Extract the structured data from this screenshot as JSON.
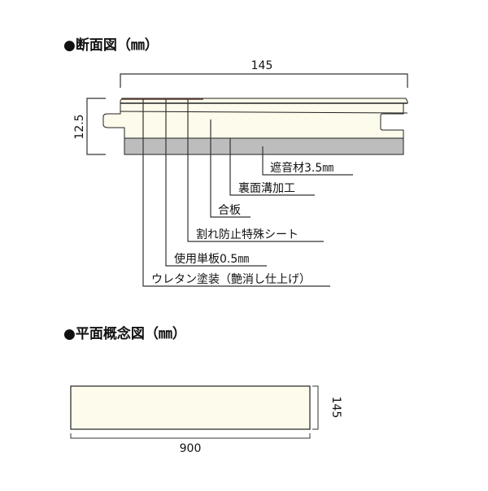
{
  "section": {
    "title": "●断面図（㎜）",
    "width_dim": "145",
    "height_dim": "12.5",
    "labels": [
      "遮音材3.5㎜",
      "裏面溝加工",
      "合板",
      "割れ防止特殊シート",
      "使用単板0.5㎜",
      "ウレタン塗装（艶消し仕上げ）"
    ]
  },
  "plan": {
    "title": "●平面概念図（㎜）",
    "length_dim": "900",
    "width_dim": "145"
  },
  "colors": {
    "core": "#fdfbeb",
    "sound_layer": "#bdbdbd",
    "line": "#333333",
    "veneer": "#5a3a2a"
  }
}
